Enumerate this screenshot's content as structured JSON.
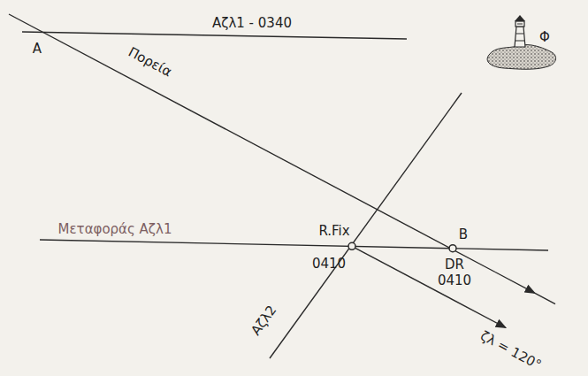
{
  "diagram": {
    "labels": [
      "Αζλ1 - 0340",
      "A",
      "Πορεία",
      "Μεταφοράς Αζλ1",
      "R.Fix",
      "0410",
      "B",
      "DR",
      "0410",
      "Αζλ2",
      "ζλ = 120°",
      "Φ"
    ]
  }
}
